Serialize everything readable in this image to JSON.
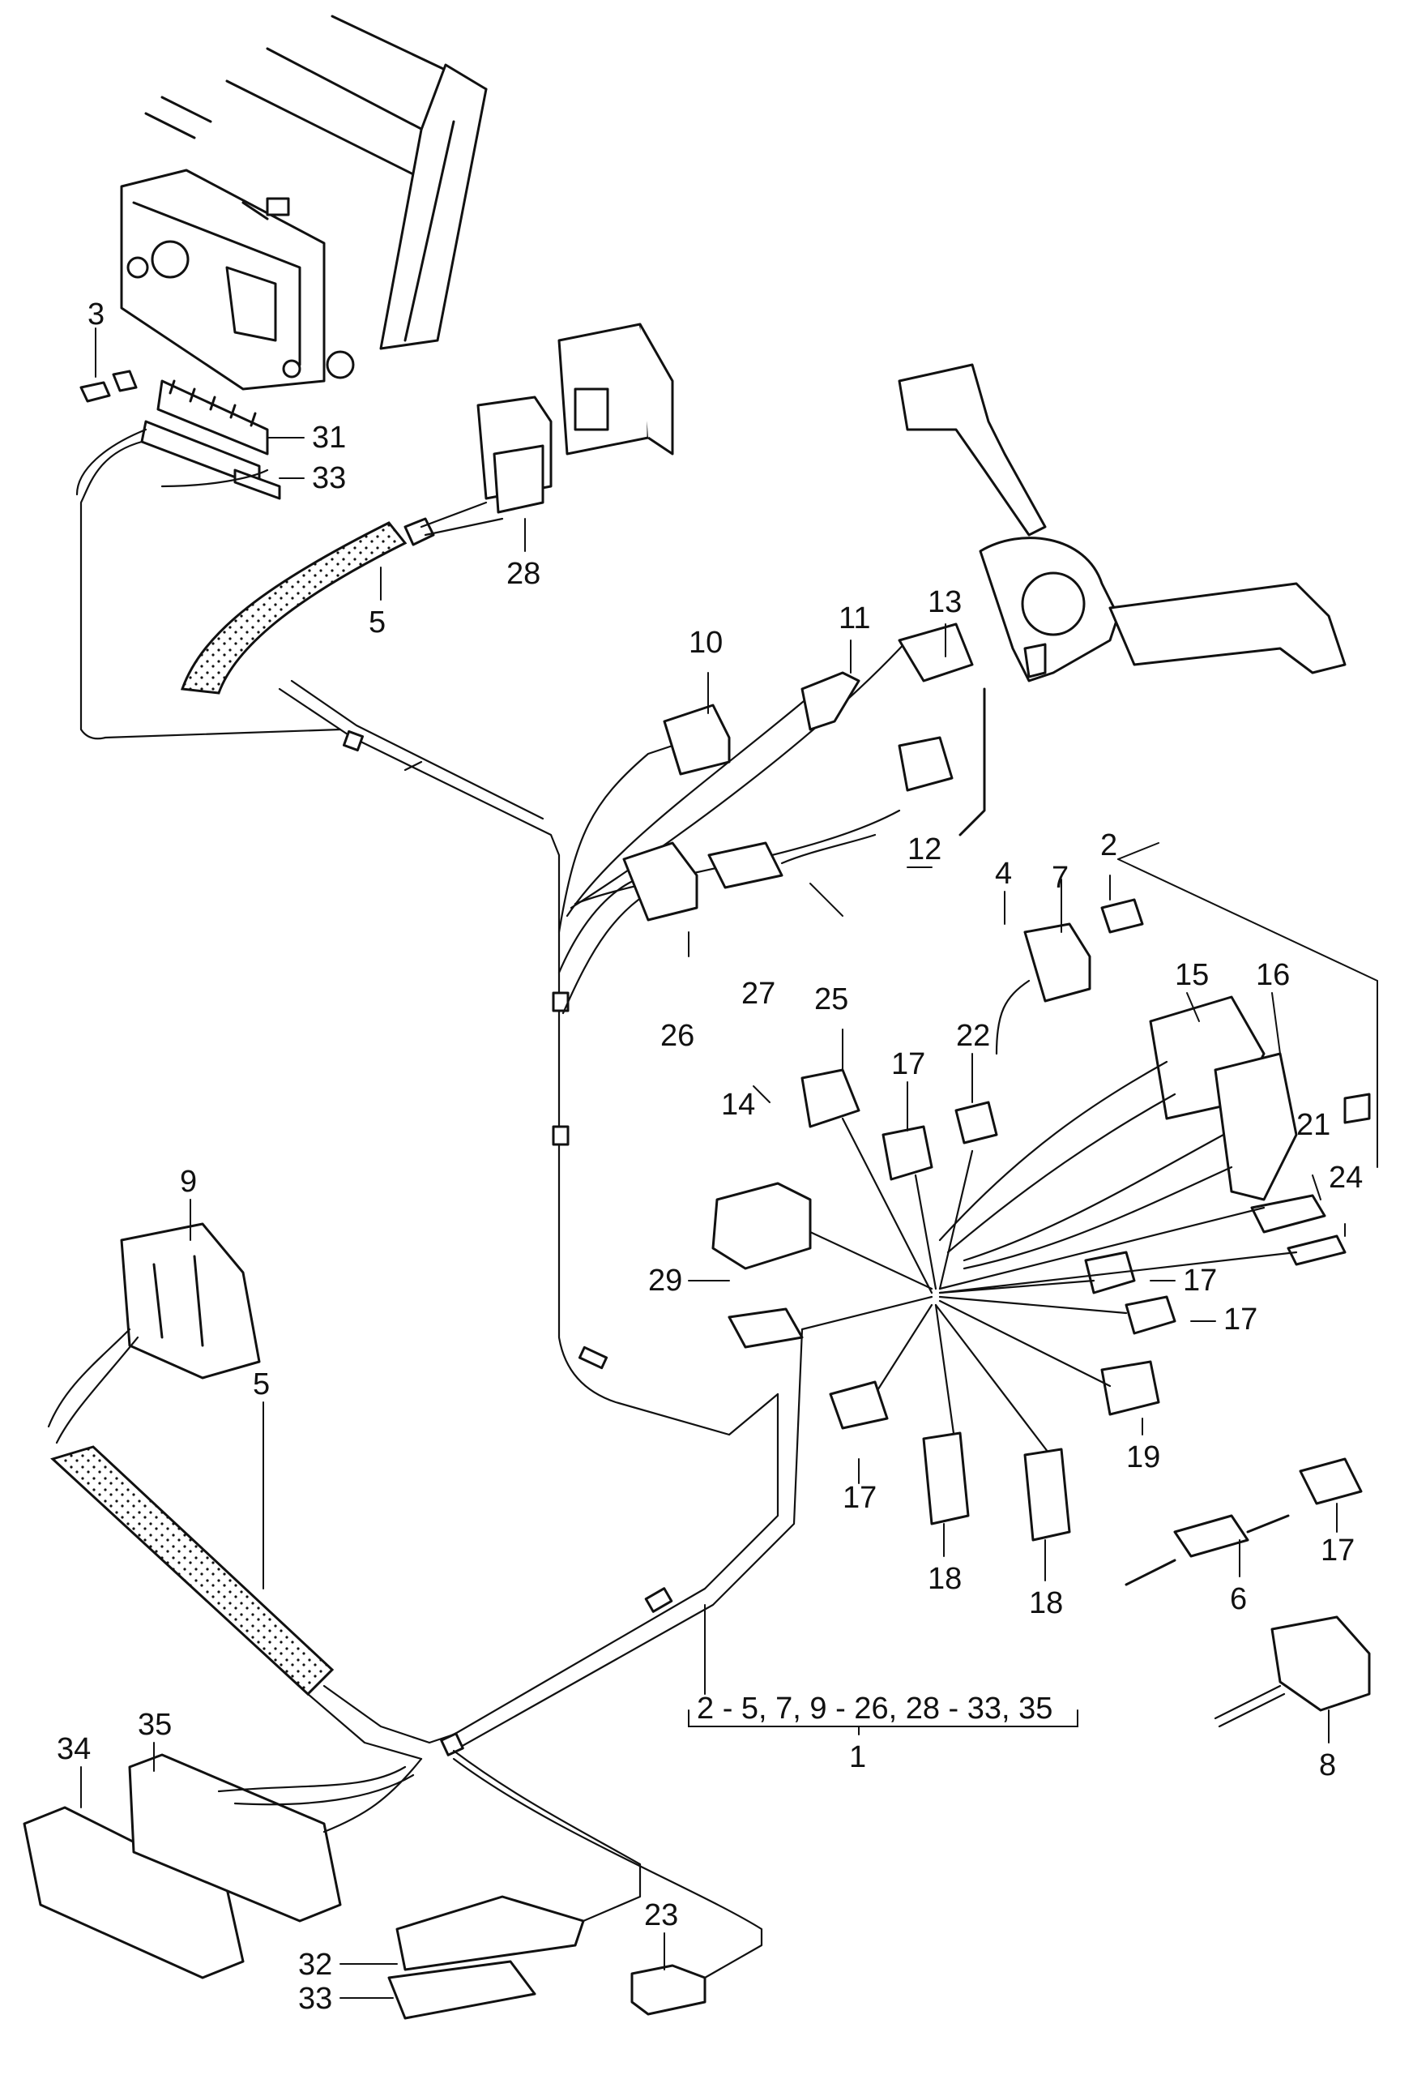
{
  "callouts": {
    "c1": "1",
    "c2": "2",
    "c3": "3",
    "c4": "4",
    "c5a": "5",
    "c5b": "5",
    "c6": "6",
    "c7": "7",
    "c8": "8",
    "c9": "9",
    "c10": "10",
    "c11": "11",
    "c12": "12",
    "c13": "13",
    "c14": "14",
    "c15": "15",
    "c16": "16",
    "c17a": "17",
    "c17b": "17",
    "c17c": "17",
    "c17d": "17",
    "c17e": "17",
    "c18a": "18",
    "c18b": "18",
    "c19": "19",
    "c21": "21",
    "c22": "22",
    "c23": "23",
    "c24": "24",
    "c25": "25",
    "c26": "26",
    "c27": "27",
    "c28": "28",
    "c29": "29",
    "c31": "31",
    "c32": "32",
    "c33a": "33",
    "c33b": "33",
    "c34": "34",
    "c35": "35",
    "range": "2 - 5, 7, 9 - 26, 28 - 33, 35"
  },
  "colors": {
    "ink": "#111111",
    "paper": "#ffffff"
  }
}
